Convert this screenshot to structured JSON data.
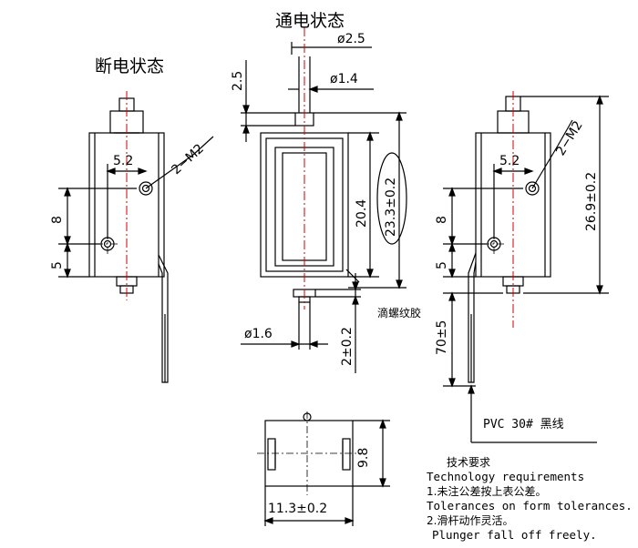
{
  "views": {
    "energized_title": "通电状态",
    "deenergized_title": "断电状态"
  },
  "dimensions": {
    "shaft_dia": "ø2.5",
    "stroke": "2.5",
    "pin_dia": "ø1.4",
    "body_height": "20.4",
    "total_height_center": "23.3±0.2",
    "total_height_right": "26.9±0.2",
    "hole_spacing_left": "5.2",
    "hole_spacing_right": "5.2",
    "thread_left": "2−M2",
    "thread_right": "2−M2",
    "left_8": "8",
    "left_5": "5",
    "right_8": "8",
    "right_5": "5",
    "bottom_pin_dia": "ø1.6",
    "bottom_pin_len": "2±0.2",
    "lead_length": "70±5",
    "top_view_height": "9.8",
    "top_view_width": "11.3±0.2"
  },
  "notes": {
    "thread_glue": "滴螺纹胶",
    "wire": "PVC  30#  黑线",
    "req_title_cn": "技术要求",
    "req_title_en": "Technology  requirements",
    "req1_cn": "1.未注公差按上表公差。",
    "req1_en": "Tolerances on form tolerances.",
    "req2_cn": "2.滑杆动作灵活。",
    "req2_en": "Plunger fall off freely."
  }
}
